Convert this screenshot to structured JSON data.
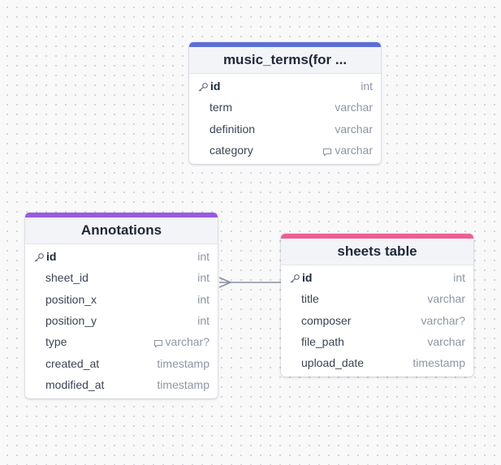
{
  "colors": {
    "music_terms_accent": "#5b6fd6",
    "annotations_accent": "#9b59e0",
    "sheets_accent": "#ec5f93"
  },
  "tables": {
    "music_terms": {
      "title": "music_terms(for ...",
      "fields": [
        {
          "name": "id",
          "type": "int",
          "pk": true,
          "note": false
        },
        {
          "name": "term",
          "type": "varchar",
          "pk": false,
          "note": false
        },
        {
          "name": "definition",
          "type": "varchar",
          "pk": false,
          "note": false
        },
        {
          "name": "category",
          "type": "varchar",
          "pk": false,
          "note": true
        }
      ]
    },
    "annotations": {
      "title": "Annotations",
      "fields": [
        {
          "name": "id",
          "type": "int",
          "pk": true,
          "note": false
        },
        {
          "name": "sheet_id",
          "type": "int",
          "pk": false,
          "note": false
        },
        {
          "name": "position_x",
          "type": "int",
          "pk": false,
          "note": false
        },
        {
          "name": "position_y",
          "type": "int",
          "pk": false,
          "note": false
        },
        {
          "name": "type",
          "type": "varchar?",
          "pk": false,
          "note": true
        },
        {
          "name": "created_at",
          "type": "timestamp",
          "pk": false,
          "note": false
        },
        {
          "name": "modified_at",
          "type": "timestamp",
          "pk": false,
          "note": false
        }
      ]
    },
    "sheets": {
      "title": "sheets table",
      "fields": [
        {
          "name": "id",
          "type": "int",
          "pk": true,
          "note": false
        },
        {
          "name": "title",
          "type": "varchar",
          "pk": false,
          "note": false
        },
        {
          "name": "composer",
          "type": "varchar?",
          "pk": false,
          "note": false
        },
        {
          "name": "file_path",
          "type": "varchar",
          "pk": false,
          "note": false
        },
        {
          "name": "upload_date",
          "type": "timestamp",
          "pk": false,
          "note": false
        }
      ]
    }
  },
  "relationships": [
    {
      "from": "annotations.sheet_id",
      "to": "sheets.id",
      "from_end": "many",
      "to_end": "one"
    }
  ]
}
